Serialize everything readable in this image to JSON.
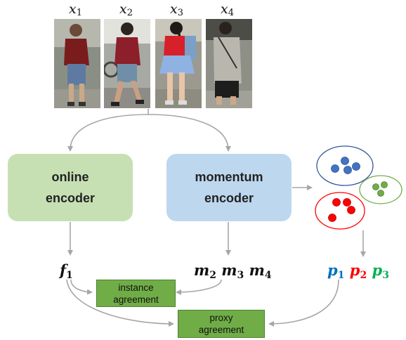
{
  "inputs": [
    {
      "var": "x",
      "sub": "1"
    },
    {
      "var": "x",
      "sub": "2"
    },
    {
      "var": "x",
      "sub": "3"
    },
    {
      "var": "x",
      "sub": "4"
    }
  ],
  "encoders": {
    "online": {
      "line1": "online",
      "line2": "encoder",
      "color": "#c6e0b4"
    },
    "momentum": {
      "line1": "momentum",
      "line2": "encoder",
      "color": "#bdd7ee"
    }
  },
  "features": {
    "f": {
      "var": "f",
      "sub": "1"
    },
    "m": [
      {
        "var": "m",
        "sub": "2"
      },
      {
        "var": "m",
        "sub": "3"
      },
      {
        "var": "m",
        "sub": "4"
      }
    ]
  },
  "proxies": [
    {
      "var": "p",
      "sub": "1",
      "color": "#0070c0"
    },
    {
      "var": "p",
      "sub": "2",
      "color": "#ff0000"
    },
    {
      "var": "p",
      "sub": "3",
      "color": "#00b050"
    }
  ],
  "agreements": {
    "instance": {
      "line1": "instance",
      "line2": "agreement"
    },
    "proxy": {
      "line1": "proxy",
      "line2": "agreement"
    }
  },
  "clusters": {
    "blue": {
      "fill": "#4472c4",
      "stroke": "#2f5597"
    },
    "green": {
      "fill": "#70ad47",
      "stroke": "#70ad47"
    },
    "red": {
      "fill": "#ff0000",
      "stroke": "#ff0000"
    }
  }
}
